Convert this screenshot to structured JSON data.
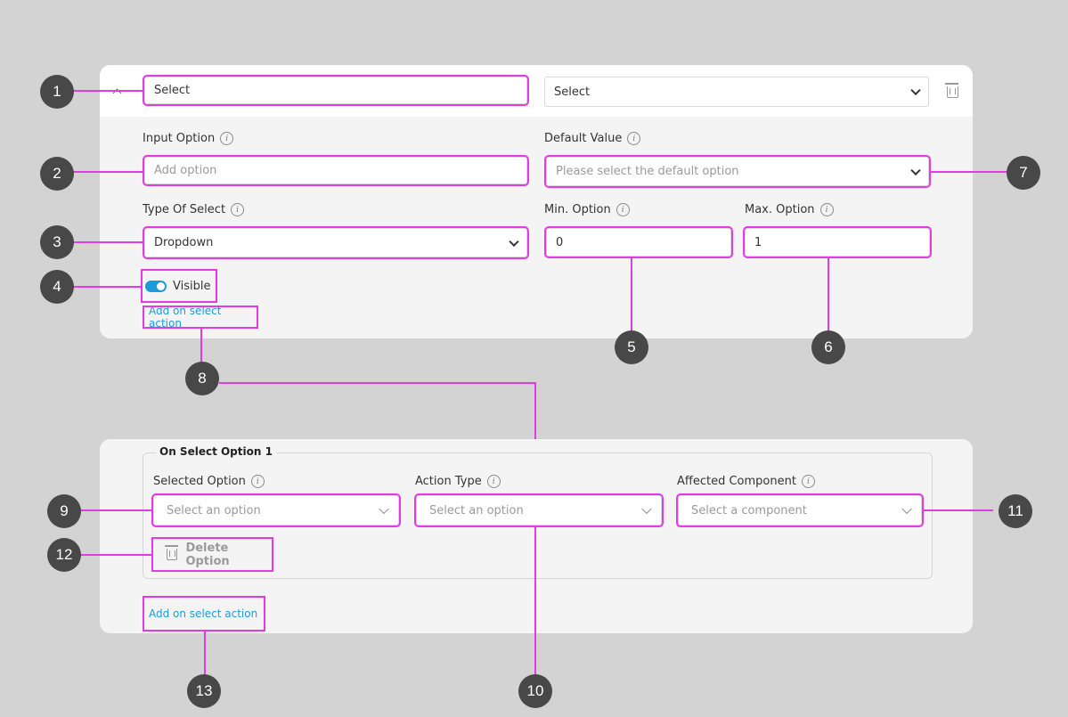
{
  "header": {
    "name_value": "Select",
    "type_select": "Select"
  },
  "fields": {
    "input_option": {
      "label": "Input Option",
      "placeholder": "Add option"
    },
    "default_value": {
      "label": "Default Value",
      "placeholder": "Please select the default option"
    },
    "type_of_select": {
      "label": "Type Of Select",
      "value": "Dropdown"
    },
    "min_option": {
      "label": "Min. Option",
      "value": "0"
    },
    "max_option": {
      "label": "Max. Option",
      "value": "1"
    },
    "visible": {
      "label": "Visible",
      "on": true
    },
    "add_action_link": "Add on select action"
  },
  "action_card": {
    "legend": "On Select Option 1",
    "selected_option": {
      "label": "Selected Option",
      "placeholder": "Select an option"
    },
    "action_type": {
      "label": "Action Type",
      "placeholder": "Select an option"
    },
    "affected_component": {
      "label": "Affected Component",
      "placeholder": "Select a component"
    },
    "delete_label": "Delete Option",
    "add_action_link": "Add on select action"
  },
  "callouts": [
    "1",
    "2",
    "3",
    "4",
    "5",
    "6",
    "7",
    "8",
    "9",
    "10",
    "11",
    "12",
    "13"
  ],
  "colors": {
    "accent": "#1d9bd8",
    "highlight": "#e23be6",
    "badge": "#484848",
    "background": "#d3d3d3"
  },
  "icons": [
    "chevron-up-icon",
    "chevron-down-icon",
    "trash-icon",
    "info-icon",
    "toggle-icon"
  ]
}
